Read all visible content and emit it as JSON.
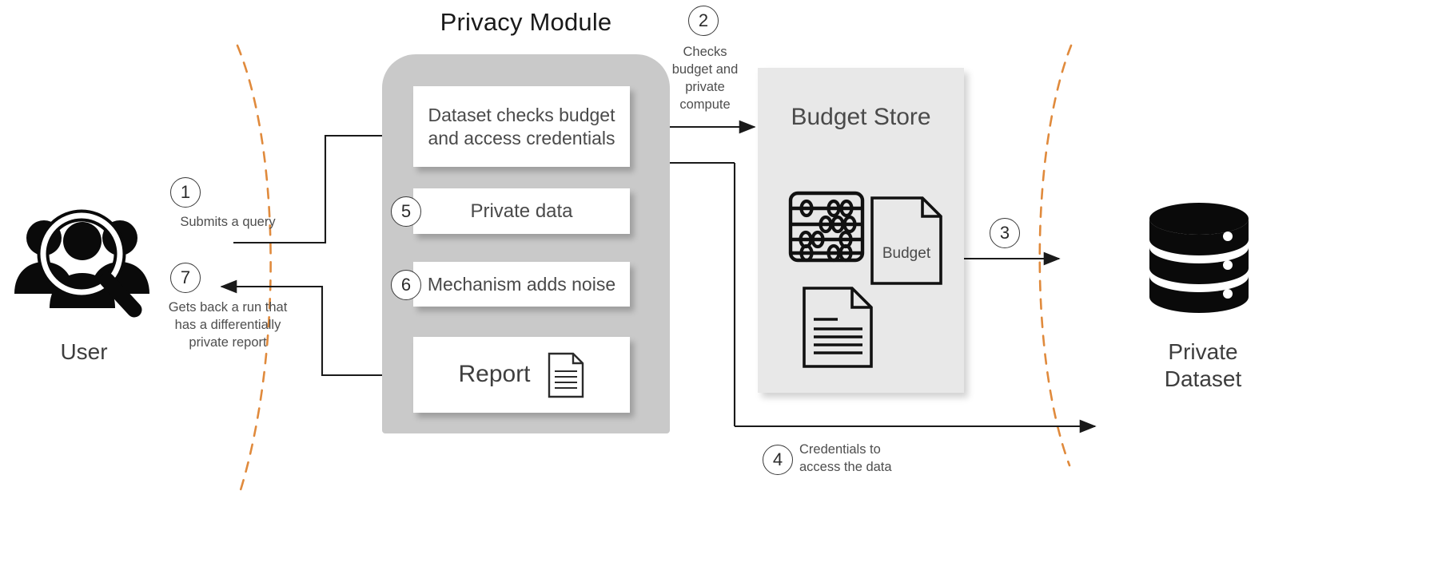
{
  "diagram": {
    "title": "Privacy Module",
    "background": "#ffffff",
    "module_fill": "#c9c9c9",
    "store_fill": "#e8e8e8",
    "boundary_color": "#e08a3c",
    "arrow_color": "#1a1a1a"
  },
  "module": {
    "title": "Privacy Module",
    "boxes": [
      {
        "id": "dataset",
        "label": "Dataset checks budget and access credentials",
        "step": null
      },
      {
        "id": "private_data",
        "label": "Private data",
        "step": "5"
      },
      {
        "id": "mechanism",
        "label": "Mechanism adds noise",
        "step": "6"
      },
      {
        "id": "report",
        "label": "Report",
        "step": null,
        "icon": "document-icon"
      }
    ]
  },
  "budget_store": {
    "title": "Budget Store",
    "icons": [
      {
        "name": "abacus-icon",
        "label": ""
      },
      {
        "name": "budget-document-icon",
        "label": "Budget"
      },
      {
        "name": "lines-document-icon",
        "label": ""
      }
    ]
  },
  "entities": {
    "user": {
      "label": "User",
      "icon": "users-search-icon"
    },
    "private_dataset": {
      "label": "Private\nDataset",
      "label_line1": "Private",
      "label_line2": "Dataset",
      "icon": "database-icon"
    }
  },
  "steps": [
    {
      "number": "1",
      "caption": "Submits a query"
    },
    {
      "number": "2",
      "caption": "Checks budget and private compute",
      "caption_lines": [
        "Checks",
        "budget and",
        "private",
        "compute"
      ]
    },
    {
      "number": "3",
      "caption": ""
    },
    {
      "number": "4",
      "caption": "Credentials to access the data",
      "caption_lines": [
        "Credentials to",
        "access the data"
      ]
    },
    {
      "number": "5",
      "caption": ""
    },
    {
      "number": "6",
      "caption": ""
    },
    {
      "number": "7",
      "caption": "Gets back a run that has a differentially private report",
      "caption_lines": [
        "Gets back a run that",
        "has a differentially",
        "private report"
      ]
    }
  ],
  "captions": {
    "step1": "Submits a query",
    "step2": "Checks budget and private compute",
    "step4": "Credentials to access the data",
    "step7": "Gets back a run that has a differentially private report"
  }
}
